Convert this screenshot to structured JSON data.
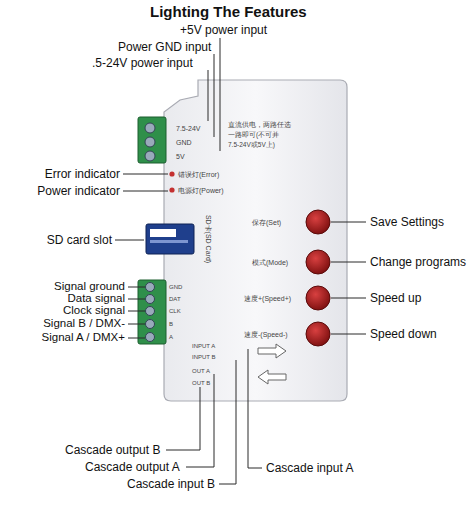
{
  "diagram": {
    "title": "Lighting The Features",
    "labels": [
      "+5V power input",
      "Power GND input",
      ".5-24V power input",
      "7.5-24V",
      "GND",
      "5V",
      "直流供电，两路任选",
      "一路即可(不可并",
      "7.5-24V或5V上)",
      "Error indicator",
      "错误灯(Error)",
      "Power indicator",
      "电源灯(Power)",
      "SD card slot",
      "SD卡(SD Card)",
      "保存(Set)",
      "Save Settings",
      "模式(Mode)",
      "Change programs",
      "速度+(Speed+)",
      "Speed up",
      "速度-(Speed-)",
      "Speed down",
      "Signal ground",
      "GND",
      "Data signal",
      "DAT",
      "Clock signal",
      "CLK",
      "Signal B / DMX-",
      "B",
      "Signal A / DMX+",
      "A",
      "INPUT A",
      "INPUT B",
      "OUT A",
      "OUT B",
      "Cascade output B",
      "Cascade output A",
      "Cascade input B",
      "Cascade input A"
    ]
  }
}
